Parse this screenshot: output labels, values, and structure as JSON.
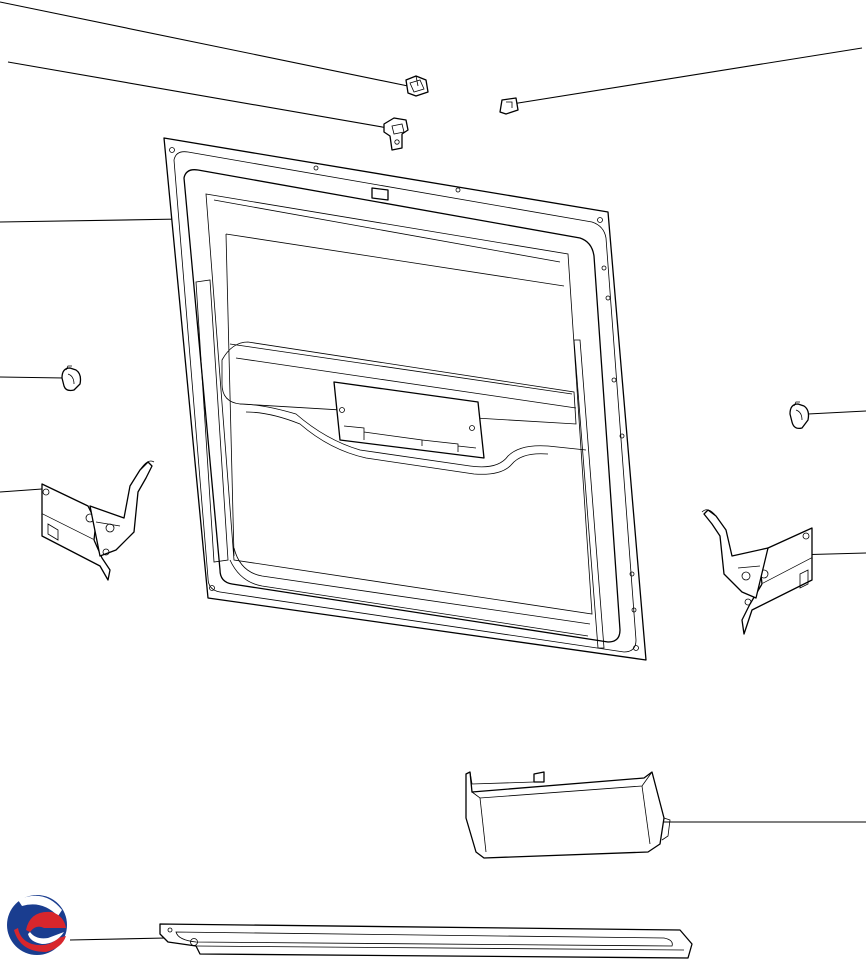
{
  "diagram": {
    "kind": "exploded-parts-view",
    "parts": [
      {
        "id": "latch-top",
        "icon": "latch-icon"
      },
      {
        "id": "strike-clip",
        "icon": "clip-icon"
      },
      {
        "id": "tab-clip",
        "icon": "tab-icon"
      },
      {
        "id": "inner-door-panel",
        "icon": "door-panel-icon"
      },
      {
        "id": "spring-clip-left",
        "icon": "spring-clip-icon"
      },
      {
        "id": "spring-clip-right",
        "icon": "spring-clip-icon"
      },
      {
        "id": "hinge-left",
        "icon": "hinge-icon"
      },
      {
        "id": "hinge-right",
        "icon": "hinge-icon"
      },
      {
        "id": "detergent-dispenser-housing",
        "icon": "dispenser-icon"
      },
      {
        "id": "bottom-trim-strip",
        "icon": "trim-strip-icon"
      }
    ],
    "logo": {
      "icon": "brand-logo-icon",
      "colors": [
        "#1a3d8f",
        "#d8262c"
      ]
    },
    "line_color": "#000000",
    "background": "#ffffff"
  }
}
